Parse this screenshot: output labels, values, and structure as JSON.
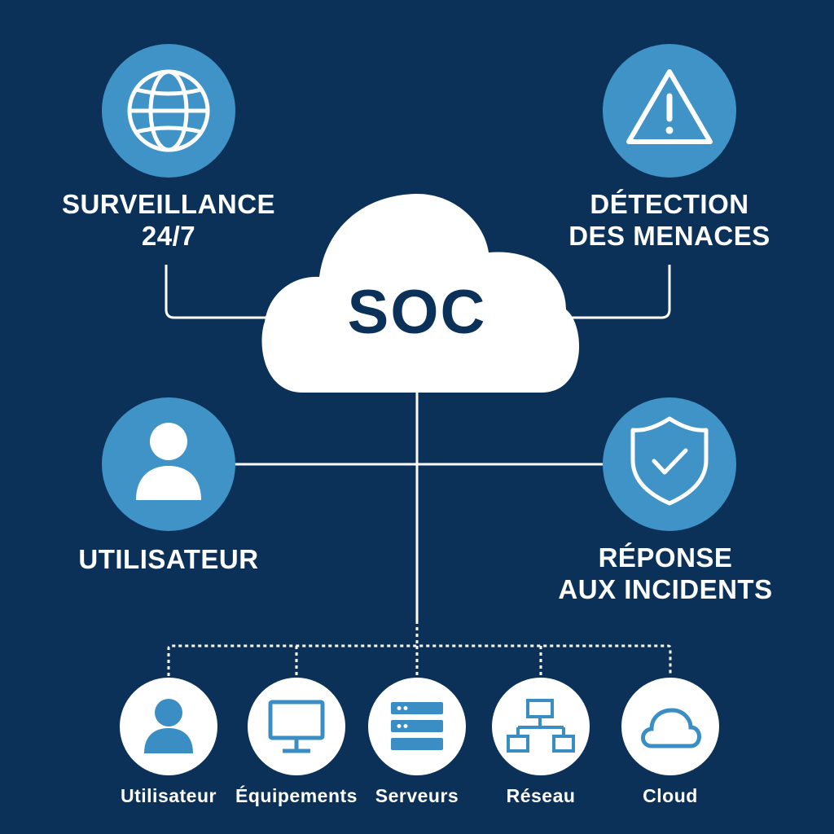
{
  "center": {
    "title": "SOC"
  },
  "features": {
    "surveillance": {
      "line1": "SURVEILLANCE",
      "line2": "24/7",
      "icon": "globe-icon"
    },
    "detection": {
      "line1": "DÉTECTION",
      "line2": "DES MENACES",
      "icon": "warning-triangle-icon"
    },
    "user": {
      "line1": "UTILISATEUR",
      "icon": "user-icon"
    },
    "response": {
      "line1": "RÉPONSE",
      "line2": "AUX INCIDENTS",
      "icon": "shield-check-icon"
    }
  },
  "assets": [
    {
      "label": "Utilisateur",
      "icon": "user-icon"
    },
    {
      "label": "Équipements",
      "icon": "monitor-icon"
    },
    {
      "label": "Serveurs",
      "icon": "server-icon"
    },
    {
      "label": "Réseau",
      "icon": "network-icon"
    },
    {
      "label": "Cloud",
      "icon": "cloud-icon"
    }
  ],
  "colors": {
    "background": "#0b3158",
    "circle_fill": "#3f93c7",
    "asset_circle_fill": "#ffffff",
    "asset_icon": "#3a8ec4",
    "line": "#ffffff"
  }
}
